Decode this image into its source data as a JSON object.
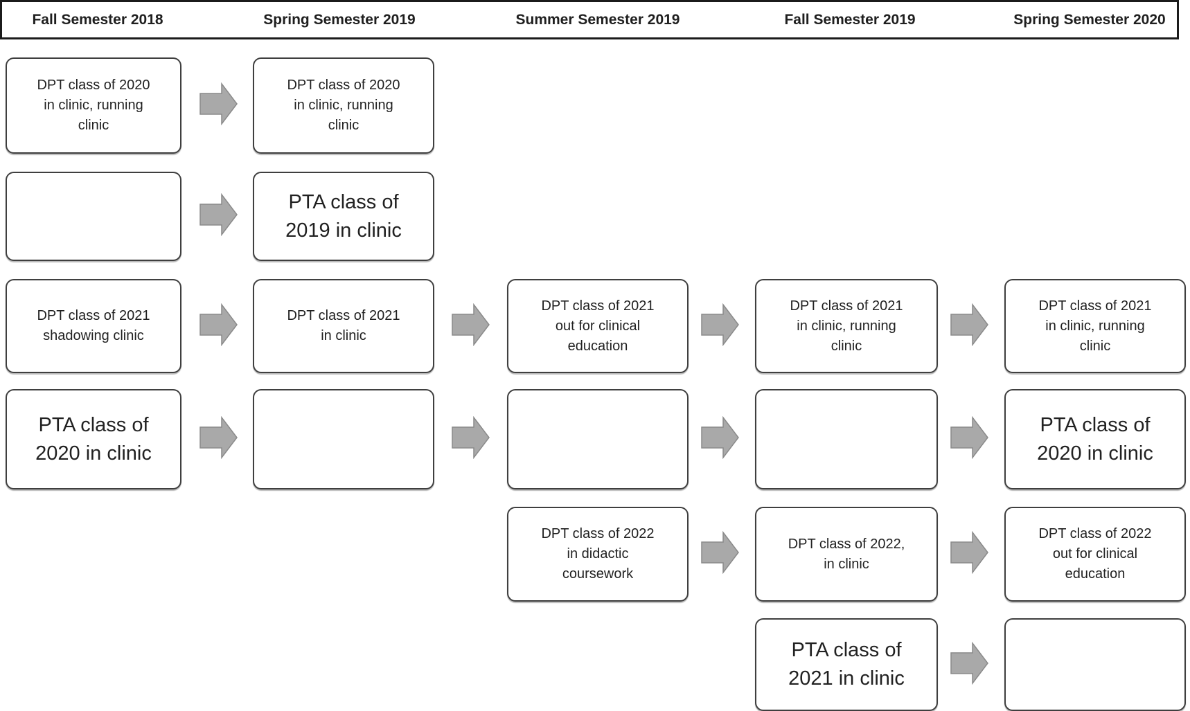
{
  "columns": [
    "Fall Semester 2018",
    "Spring Semester 2019",
    "Summer Semester 2019",
    "Fall Semester 2019",
    "Spring Semester 2020"
  ],
  "boxes": {
    "r1c1": "DPT class of 2020\nin clinic, running\nclinic",
    "r1c2": "DPT class of 2020\nin clinic, running\nclinic",
    "r2c1": "",
    "r2c2": "PTA class of\n2019 in clinic",
    "r3c1": "DPT class of 2021\nshadowing clinic",
    "r3c2": "DPT class of 2021\nin clinic",
    "r3c3": "DPT class of 2021\nout for clinical\neducation",
    "r3c4": "DPT class of 2021\nin clinic, running\nclinic",
    "r3c5": "DPT class of 2021\nin clinic, running\nclinic",
    "r4c1": "PTA class of\n2020 in clinic",
    "r4c2": "",
    "r4c3": "",
    "r4c4": "",
    "r4c5": "PTA class of\n2020 in clinic",
    "r5c3": "DPT class of 2022\nin didactic\ncoursework",
    "r5c4": "DPT class of 2022,\nin clinic",
    "r5c5": "DPT class of 2022\nout for clinical\neducation",
    "r6c4": "PTA class of\n2021 in clinic",
    "r6c5": ""
  },
  "colors": {
    "arrow_fill": "#a9a9a9",
    "arrow_stroke": "#8a8a8a",
    "box_border": "#3f3f3f",
    "header_border": "#1b1b1b",
    "text": "#212121"
  }
}
